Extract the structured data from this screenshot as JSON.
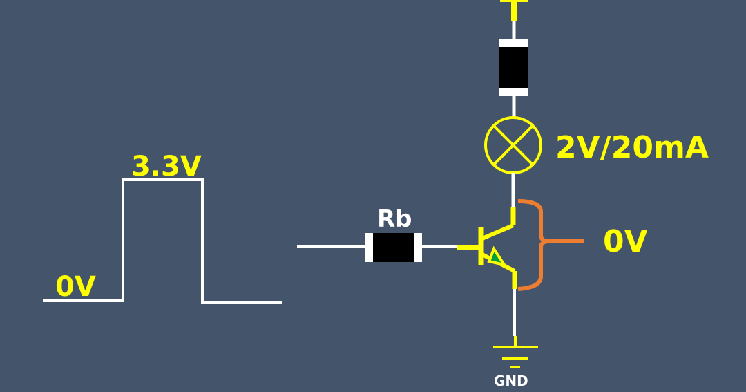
{
  "colors": {
    "background": "#44546a",
    "wire": "#ffffff",
    "symbol": "#ffff00",
    "label": "#ffff00",
    "bracket": "#ed7d31",
    "resistor_body": "#000000",
    "arrow_fill": "#00a040",
    "gnd_label": "#ffffff"
  },
  "waveform": {
    "high_label": "3.3V",
    "low_label": "0V"
  },
  "components": {
    "base_resistor_label": "Rb",
    "lamp_label": "2V/20mA",
    "vce_label": "0V",
    "ground_label": "GND"
  }
}
